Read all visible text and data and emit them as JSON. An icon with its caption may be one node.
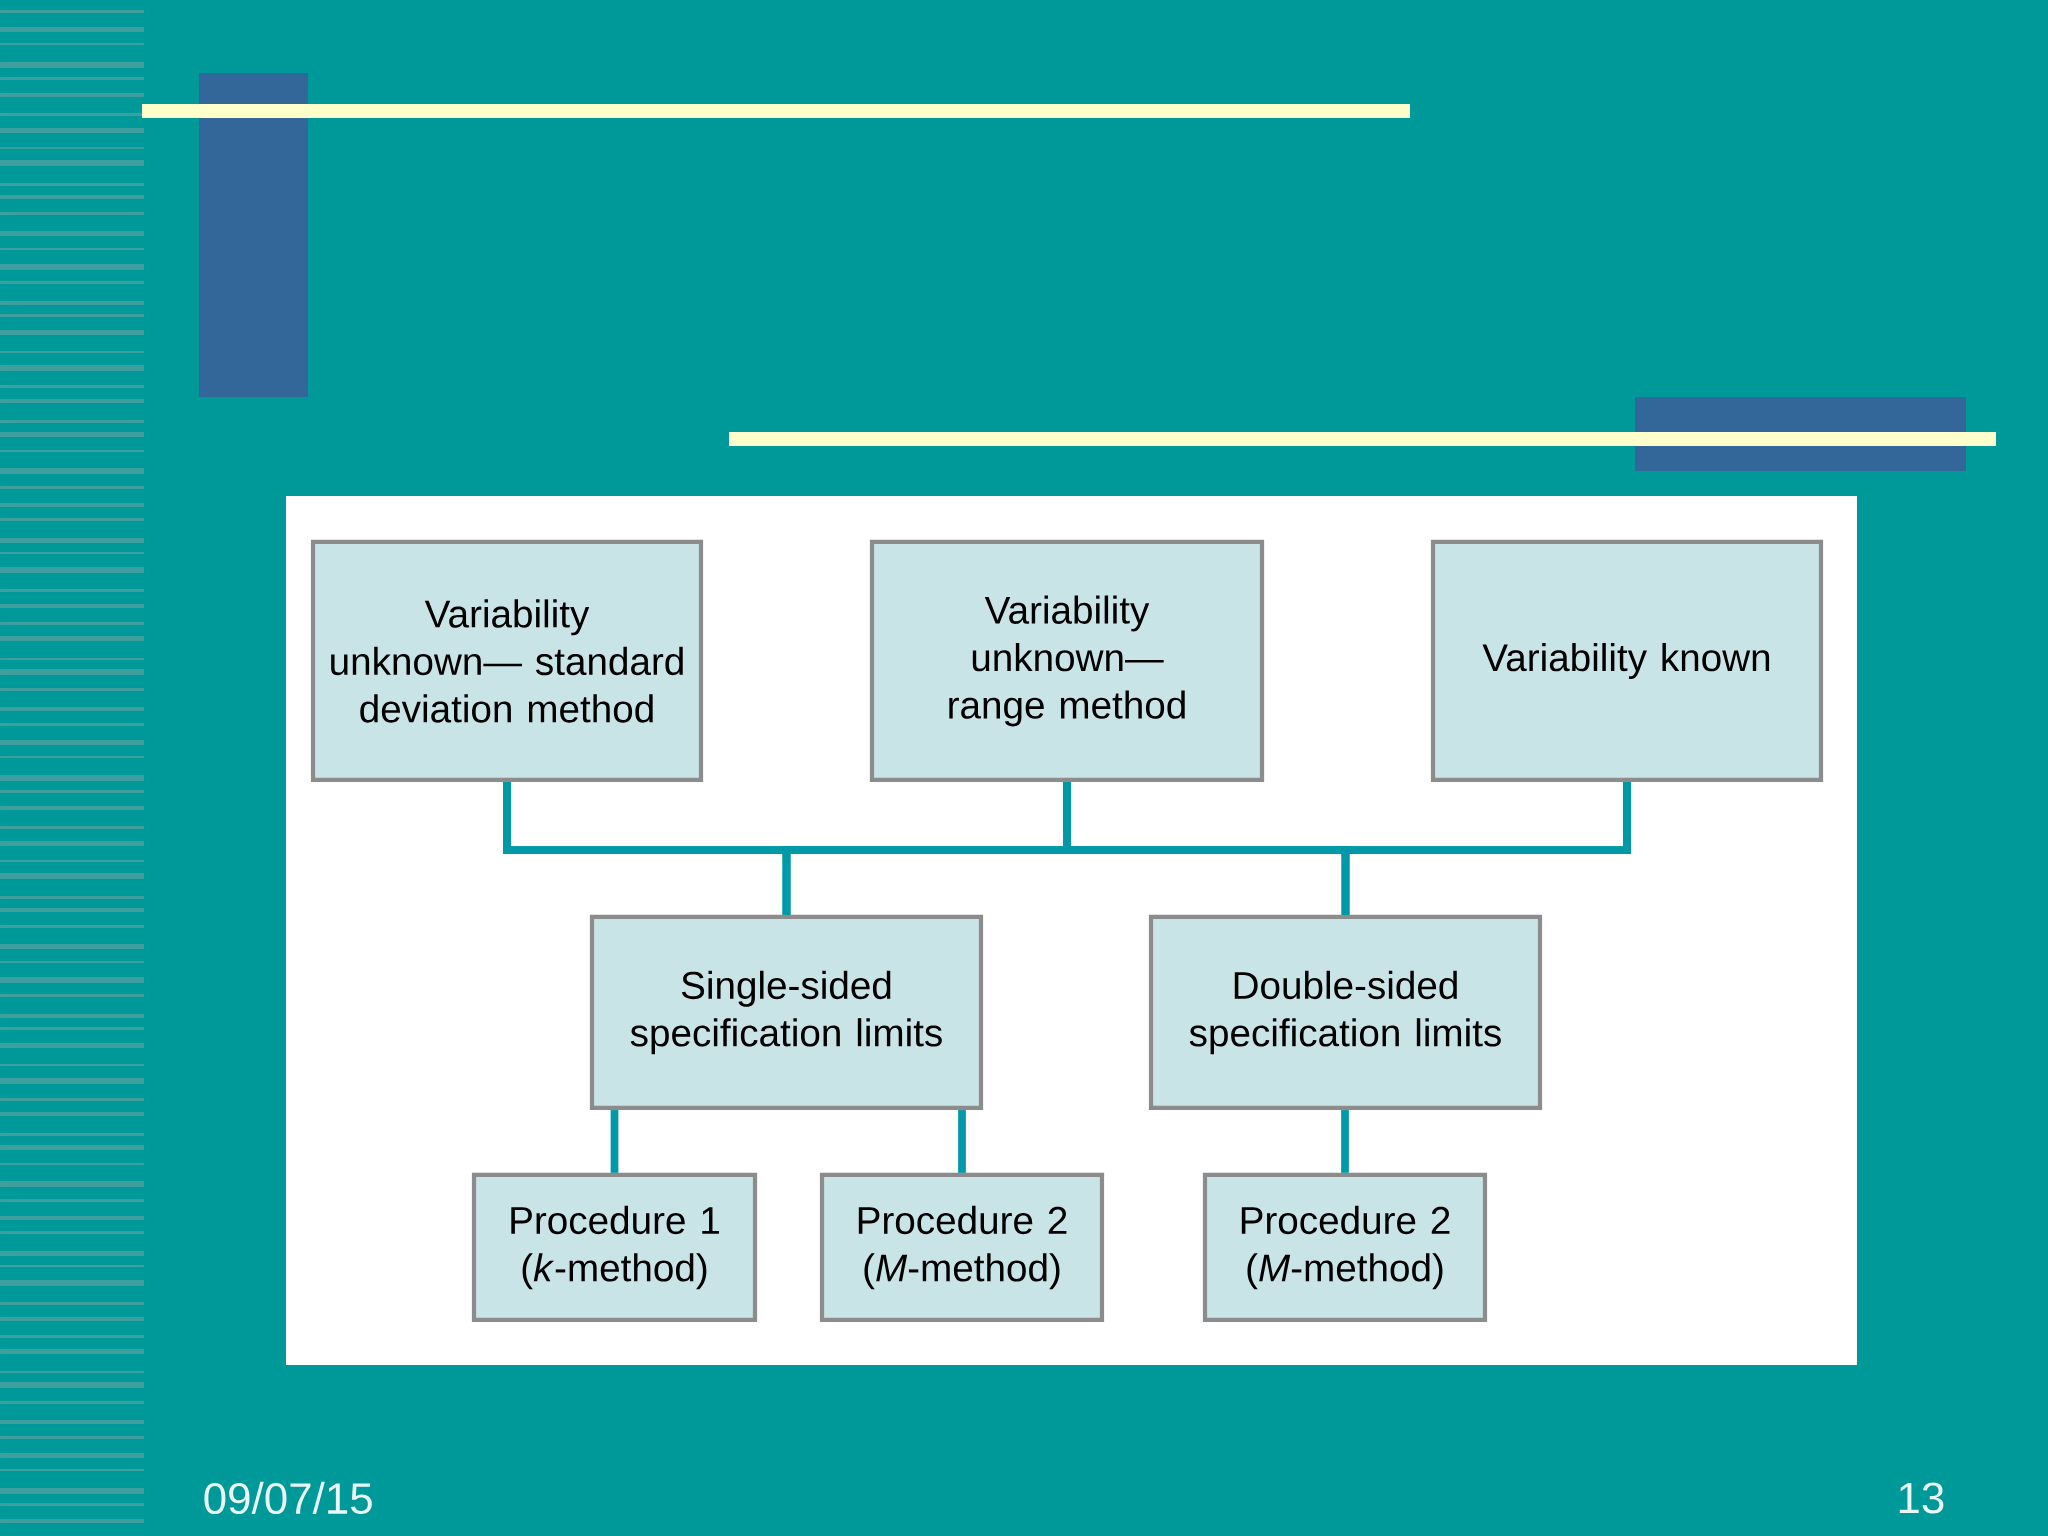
{
  "diagram": {
    "nodes": [
      {
        "text": [
          "Variability unknown— standard deviation method"
        ]
      },
      {
        "text": [
          "Variability unknown— range method"
        ]
      },
      {
        "text": [
          "Variability known"
        ]
      },
      {
        "text": [
          "Single-sided specification limits"
        ]
      },
      {
        "text": [
          "Double-sided specification limits"
        ]
      },
      {
        "text": [
          "Procedure 1 (*k*-method)"
        ]
      },
      {
        "text": [
          "Procedure 2 (*M*-method)"
        ]
      },
      {
        "text": [
          "Procedure 2 (*M*-method)"
        ]
      }
    ],
    "edges": [
      {
        "from": 0,
        "to": 3,
        "arrow": "none"
      },
      {
        "from": 0,
        "to": 4,
        "arrow": "none"
      },
      {
        "from": 1,
        "to": 3,
        "arrow": "none"
      },
      {
        "from": 1,
        "to": 4,
        "arrow": "none"
      },
      {
        "from": 2,
        "to": 3,
        "arrow": "none"
      },
      {
        "from": 2,
        "to": 4,
        "arrow": "none"
      },
      {
        "from": 3,
        "to": 5,
        "arrow": "none"
      },
      {
        "from": 3,
        "to": 6,
        "arrow": "none"
      },
      {
        "from": 4,
        "to": 7,
        "arrow": "none"
      }
    ],
    "labels": [
      "09/07/15",
      "13"
    ]
  }
}
